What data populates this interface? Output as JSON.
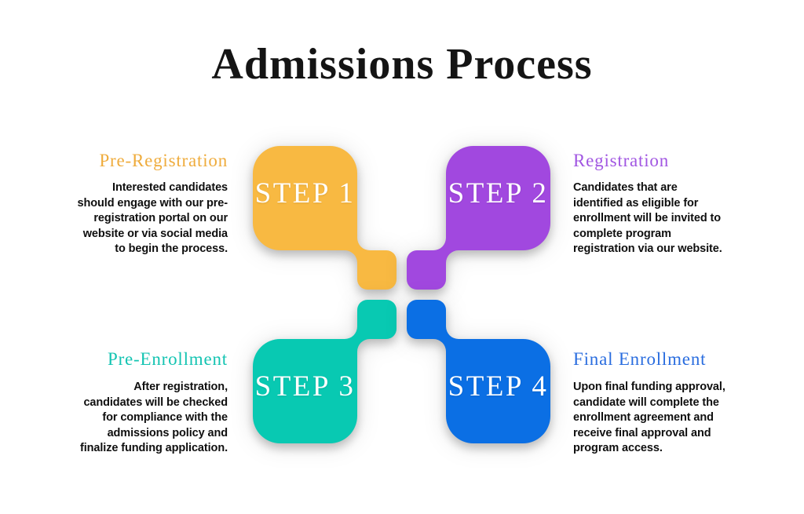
{
  "title": "Admissions Process",
  "colors": {
    "background": "#FFFFFF",
    "title_text": "#141414",
    "body_text": "#0F0F0F",
    "step_label_text": "#FFFFFF"
  },
  "steps": [
    {
      "label": "STEP 1",
      "heading": "Pre-Registration",
      "color": "#F8B942",
      "heading_color": "#EFAC3D",
      "body_lines": [
        "Interested candidates",
        "should engage with our pre-",
        "registration portal on our",
        "website or via social media",
        "to begin the process."
      ]
    },
    {
      "label": "STEP 2",
      "heading": "Registration",
      "color": "#A148DF",
      "heading_color": "#A156E2",
      "body_lines": [
        "Candidates that are",
        "identified as eligible for",
        "enrollment will be invited to",
        "complete program",
        "registration via our website."
      ]
    },
    {
      "label": "STEP 3",
      "heading": "Pre-Enrollment",
      "color": "#08C9B2",
      "heading_color": "#14C4B2",
      "body_lines": [
        "After registration,",
        "candidates will be checked",
        "for compliance with the",
        "admissions policy and",
        "finalize funding application."
      ]
    },
    {
      "label": "STEP 4",
      "heading": "Final Enrollment",
      "color": "#0B6FE4",
      "heading_color": "#2A6DDF",
      "body_lines": [
        "Upon final funding approval,",
        "candidate will complete the",
        "enrollment agreement and",
        "receive final approval and",
        "program access."
      ]
    }
  ]
}
